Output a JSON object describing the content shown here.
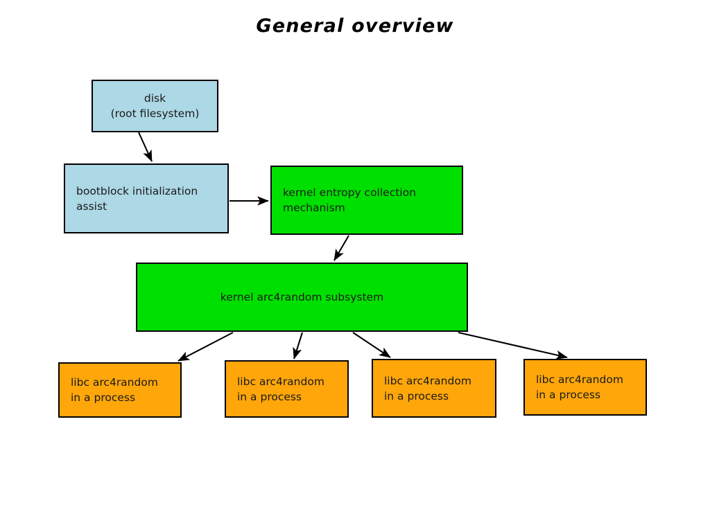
{
  "title": "General overview",
  "palette": {
    "disk_fill": "#ADD8E6",
    "bootblock_fill": "#ADD8E6",
    "kernel_fill": "#00E000",
    "libc_fill": "#FFA60A",
    "stroke": "#000000",
    "background": "#FFFFFF"
  },
  "nodes": {
    "disk": {
      "line1": "disk",
      "line2": "(root filesystem)"
    },
    "bootblock": {
      "line1": "bootblock initialization",
      "line2": "assist"
    },
    "kernel_entropy": {
      "line1": "kernel entropy collection",
      "line2": "mechanism"
    },
    "kernel_arc4random": {
      "line1": "kernel arc4random subsystem"
    },
    "libc_processes": [
      {
        "line1": "libc arc4random",
        "line2": "in a process"
      },
      {
        "line1": "libc arc4random",
        "line2": "in a process"
      },
      {
        "line1": "libc arc4random",
        "line2": "in a process"
      },
      {
        "line1": "libc arc4random",
        "line2": "in a process"
      }
    ]
  },
  "edges": [
    {
      "name": "disk-to-bootblock",
      "from": "disk",
      "to": "bootblock"
    },
    {
      "name": "bootblock-to-kernel-entropy",
      "from": "bootblock",
      "to": "kernel_entropy"
    },
    {
      "name": "kernel-entropy-to-arc4random",
      "from": "kernel_entropy",
      "to": "kernel_arc4random"
    },
    {
      "name": "arc4random-to-libc-1",
      "from": "kernel_arc4random",
      "to": "libc_process_1"
    },
    {
      "name": "arc4random-to-libc-2",
      "from": "kernel_arc4random",
      "to": "libc_process_2"
    },
    {
      "name": "arc4random-to-libc-3",
      "from": "kernel_arc4random",
      "to": "libc_process_3"
    },
    {
      "name": "arc4random-to-libc-4",
      "from": "kernel_arc4random",
      "to": "libc_process_4"
    }
  ]
}
